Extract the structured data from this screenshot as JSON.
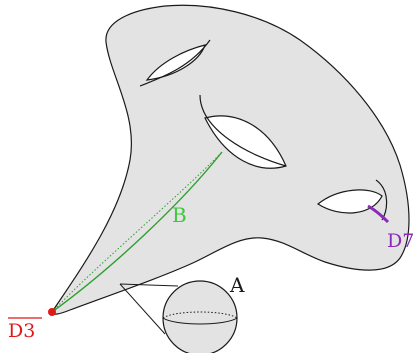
{
  "labels": {
    "a": "A",
    "b": "B",
    "d3": "D3",
    "d7": "D7"
  },
  "colors": {
    "surface_fill": "#e3e3e3",
    "outline": "#1a1a1a",
    "curve_b": "#2e9e2e",
    "curve_b_label": "#3cc83c",
    "point_d3": "#e01818",
    "curve_d7": "#8a2bb8"
  }
}
